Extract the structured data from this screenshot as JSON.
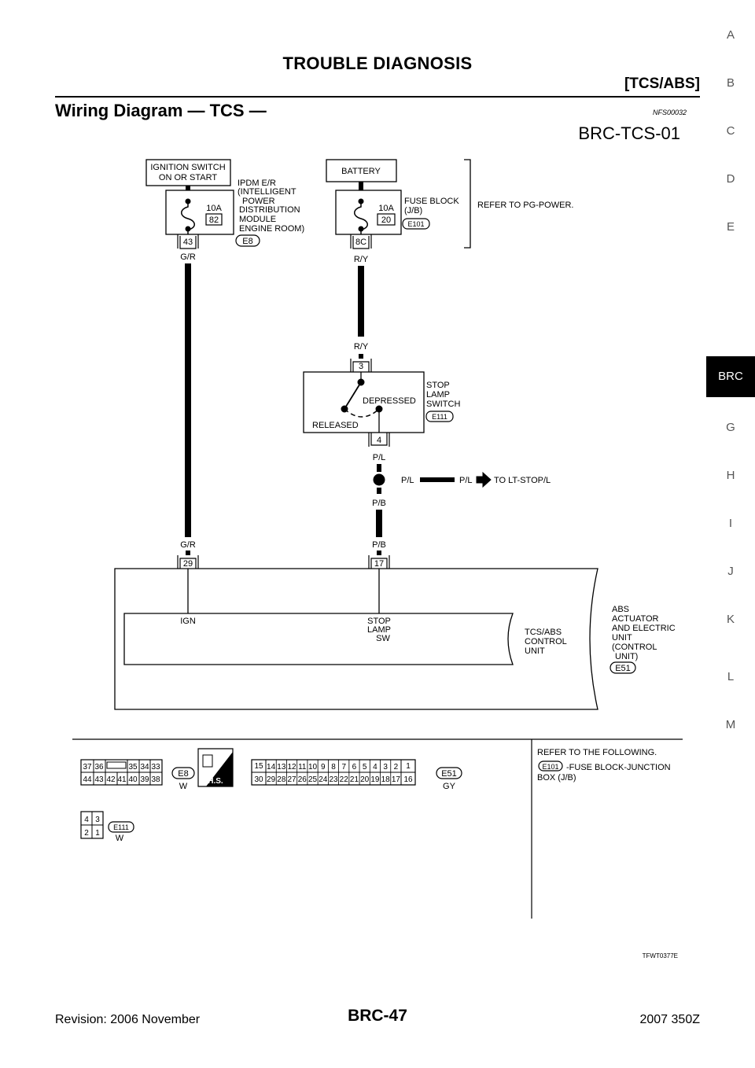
{
  "header": {
    "title": "TROUBLE DIAGNOSIS",
    "subtitle": "[TCS/ABS]"
  },
  "section": {
    "title": "Wiring Diagram — TCS —",
    "code": "NFS00032"
  },
  "diagram": {
    "title": "BRC-TCS-01",
    "ignition_box": [
      "IGNITION SWITCH",
      "ON OR START"
    ],
    "ipdm_label": [
      "IPDM E/R",
      "(INTELLIGENT",
      "POWER",
      "DISTRIBUTION",
      "MODULE",
      "ENGINE ROOM)"
    ],
    "ipdm_fuse_amp": "10A",
    "ipdm_fuse_num": "82",
    "ipdm_terminal": "43",
    "ipdm_connector": "E8",
    "battery_box": "BATTERY",
    "fuse_block_label": [
      "FUSE BLOCK",
      "(J/B)"
    ],
    "fb_fuse_amp": "10A",
    "fb_fuse_num": "20",
    "fb_terminal": "8C",
    "fb_connector": "E101",
    "refer_power": "REFER TO PG-POWER.",
    "wire_gr": "G/R",
    "wire_ry": "R/Y",
    "stop_lamp_label": [
      "STOP",
      "LAMP",
      "SWITCH"
    ],
    "stop_lamp_connector": "E111",
    "stop_t3": "3",
    "stop_t4": "4",
    "depressed": "DEPRESSED",
    "released": "RELEASED",
    "wire_pl": "P/L",
    "wire_pb": "P/B",
    "to_lt_stop": "TO LT-STOP/L",
    "abs_t29": "29",
    "abs_t17": "17",
    "ign": "IGN",
    "stop_lamp_sw": [
      "STOP",
      "LAMP",
      "SW"
    ],
    "tcs_label": [
      "TCS/ABS",
      "CONTROL",
      "UNIT"
    ],
    "abs_label": [
      "ABS",
      "ACTUATOR",
      "AND ELECTRIC",
      "UNIT",
      "(CONTROL",
      "UNIT)"
    ],
    "abs_connector": "E51",
    "refer_following": "REFER TO THE FOLLOWING.",
    "refer_item": [
      "-FUSE BLOCK-JUNCTION",
      "BOX (J/B)"
    ],
    "conn_e8": {
      "id": "E8",
      "color": "W",
      "top": [
        "37",
        "36",
        "",
        "35",
        "34",
        "33"
      ],
      "bottom": [
        "44",
        "43",
        "42",
        "41",
        "40",
        "39",
        "38"
      ]
    },
    "hs_label": "H.S.",
    "conn_e51": {
      "id": "E51",
      "color": "GY",
      "left_top": "15",
      "left_bottom": "30",
      "top": [
        "14",
        "13",
        "12",
        "11",
        "10",
        "9",
        "8",
        "7",
        "6",
        "5",
        "4",
        "3",
        "2"
      ],
      "bottom": [
        "29",
        "28",
        "27",
        "26",
        "25",
        "24",
        "23",
        "22",
        "21",
        "20",
        "19",
        "18",
        "17"
      ],
      "right_top": "1",
      "right_bottom": "16"
    },
    "conn_e111": {
      "id": "E111",
      "color": "W",
      "top": [
        "4",
        "3"
      ],
      "bottom": [
        "2",
        "1"
      ]
    },
    "figure_code": "TFWT0377E"
  },
  "side_tabs": [
    "A",
    "B",
    "C",
    "D",
    "E",
    "BRC",
    "G",
    "H",
    "I",
    "J",
    "K",
    "L",
    "M"
  ],
  "side_tab_active": "BRC",
  "footer": {
    "revision": "Revision: 2006 November",
    "page": "BRC-47",
    "model": "2007 350Z"
  }
}
